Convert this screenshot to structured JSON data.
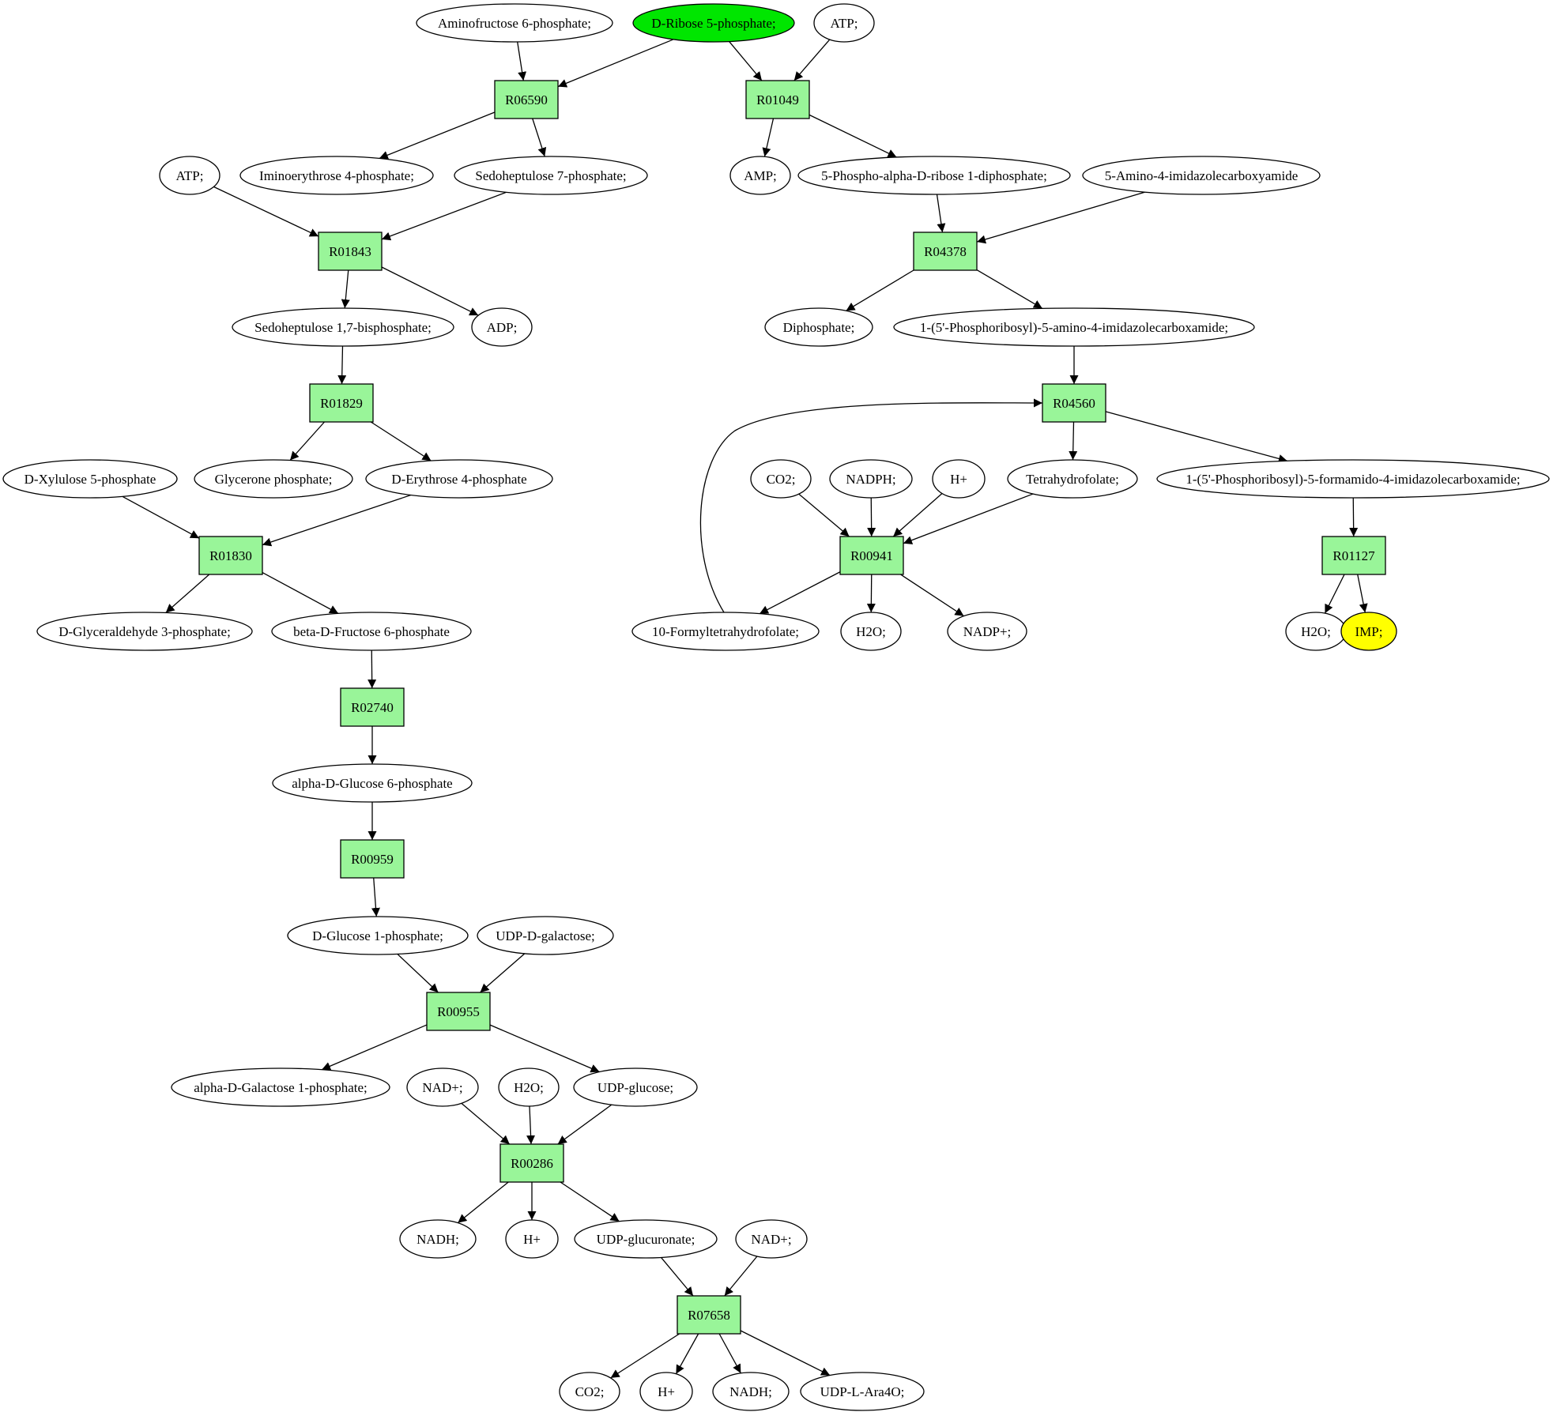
{
  "colors": {
    "reaction": "#99f599",
    "start": "#00e600",
    "target": "#ffff00",
    "default": "#ffffff"
  },
  "compounds": {
    "c_aminofructose": "Aminofructose 6-phosphate;",
    "c_ribose5p": "D-Ribose 5-phosphate;",
    "c_atp1": "ATP;",
    "c_iminoerythrose": "Iminoerythrose 4-phosphate;",
    "c_sedo7p": "Sedoheptulose 7-phosphate;",
    "c_atp2": "ATP;",
    "c_amp": "AMP;",
    "c_prpp": "5-Phospho-alpha-D-ribose 1-diphosphate;",
    "c_aica": "5-Amino-4-imidazolecarboxyamide",
    "c_sedo17": "Sedoheptulose 1,7-bisphosphate;",
    "c_adp": "ADP;",
    "c_diphosphate": "Diphosphate;",
    "c_aicar": "1-(5'-Phosphoribosyl)-5-amino-4-imidazolecarboxamide;",
    "c_glycerone": "Glycerone phosphate;",
    "c_erythrose4p": "D-Erythrose 4-phosphate",
    "c_xylulose": "D-Xylulose 5-phosphate",
    "c_co2a": "CO2;",
    "c_nadph": "NADPH;",
    "c_hplus1": "H+",
    "c_thf": "Tetrahydrofolate;",
    "c_faicar": "1-(5'-Phosphoribosyl)-5-formamido-4-imidazolecarboxamide;",
    "c_gap": "D-Glyceraldehyde 3-phosphate;",
    "c_f6p": "beta-D-Fructose 6-phosphate",
    "c_formylthf": "10-Formyltetrahydrofolate;",
    "c_h2o1": "H2O;",
    "c_nadpplus": "NADP+;",
    "c_h2o2": "H2O;",
    "c_imp": "IMP;",
    "c_g6p": "alpha-D-Glucose 6-phosphate",
    "c_g1p": "D-Glucose 1-phosphate;",
    "c_udpgal": "UDP-D-galactose;",
    "c_gal1p": "alpha-D-Galactose 1-phosphate;",
    "c_nadplus1": "NAD+;",
    "c_h2o3": "H2O;",
    "c_udpglc": "UDP-glucose;",
    "c_nadh1": "NADH;",
    "c_hplus2": "H+",
    "c_udpglcA": "UDP-glucuronate;",
    "c_nadplus2": "NAD+;",
    "c_co2b": "CO2;",
    "c_hplus3": "H+",
    "c_nadh2": "NADH;",
    "c_udpara": "UDP-L-Ara4O;"
  },
  "reactions": {
    "r06590": "R06590",
    "r01049": "R01049",
    "r01843": "R01843",
    "r04378": "R04378",
    "r01829": "R01829",
    "r04560": "R04560",
    "r01830": "R01830",
    "r00941": "R00941",
    "r01127": "R01127",
    "r02740": "R02740",
    "r00959": "R00959",
    "r00955": "R00955",
    "r00286": "R00286",
    "r07658": "R07658"
  }
}
